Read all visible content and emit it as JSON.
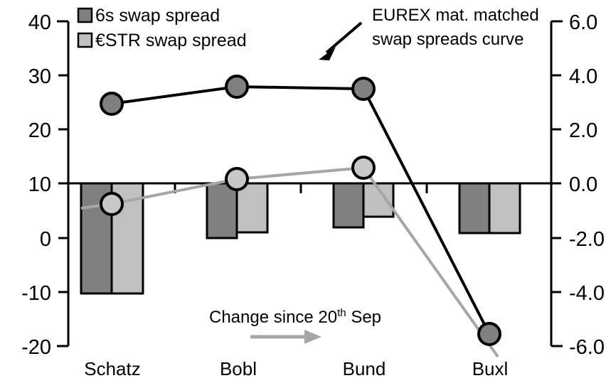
{
  "chart_data": {
    "type": "bar",
    "title": "",
    "categories": [
      "Schatz",
      "Bobl",
      "Bund",
      "Buxl"
    ],
    "grid": false,
    "legend_position": "top-left",
    "xlabel": "",
    "left_axis": {
      "label": "",
      "ylim": [
        -20,
        40
      ],
      "ticks": [
        40,
        30,
        20,
        10,
        0,
        -10,
        -20
      ],
      "tick_labels": [
        "40",
        "30",
        "20",
        "10",
        "0",
        "-10",
        "-20"
      ]
    },
    "right_axis": {
      "label": "",
      "ylim": [
        -6.0,
        6.0
      ],
      "ticks": [
        6.0,
        4.0,
        2.0,
        0.0,
        -2.0,
        -4.0,
        -6.0
      ],
      "tick_labels": [
        "6.0",
        "4.0",
        "2.0",
        "0.0",
        "-2.0",
        "-4.0",
        "-6.0"
      ]
    },
    "series": [
      {
        "name": "6s swap spread",
        "kind": "bar",
        "axis": "right",
        "color": "#808080",
        "values": [
          -4.1,
          -2.0,
          -1.6,
          -1.8
        ]
      },
      {
        "name": "€STR swap spread",
        "kind": "bar",
        "axis": "right",
        "color": "#c0c0c0",
        "values": [
          -4.1,
          -1.8,
          -1.2,
          -1.8
        ]
      },
      {
        "name": "EUREX mat. matched swap spreads curve",
        "kind": "line",
        "axis": "left",
        "color": "#000000",
        "marker_fill": "#808080",
        "values": [
          24.6,
          27.9,
          27.3,
          -18.0
        ]
      },
      {
        "name": "Change since 20th Sep",
        "kind": "line",
        "axis": "left",
        "color": "#a6a6a6",
        "marker_fill": "#c8c8c8",
        "values": [
          6.2,
          10.8,
          12.9,
          -19.5
        ]
      }
    ],
    "annotations": [
      {
        "name": "curve-callout",
        "line1": "EUREX mat. matched",
        "line2": "swap spreads curve",
        "has_arrow": true
      },
      {
        "name": "change-note",
        "prefix": "Change since 20",
        "superscript": "th",
        "suffix": " Sep",
        "has_arrow": true
      }
    ]
  },
  "legend": {
    "items": [
      {
        "label": "6s swap spread",
        "color": "#808080"
      },
      {
        "label": "€STR swap spread",
        "color": "#c0c0c0"
      }
    ]
  },
  "left_axis_labels": [
    "40",
    "30",
    "20",
    "10",
    "0",
    "-10",
    "-20"
  ],
  "right_axis_labels": [
    "6.0",
    "4.0",
    "2.0",
    "0.0",
    "-2.0",
    "-4.0",
    "-6.0"
  ],
  "category_labels": [
    "Schatz",
    "Bobl",
    "Bund",
    "Buxl"
  ],
  "annotation": {
    "callout_line1": "EUREX mat. matched",
    "callout_line2": "swap spreads curve",
    "change_prefix": "Change since 20",
    "change_sup": "th",
    "change_suffix": " Sep"
  }
}
